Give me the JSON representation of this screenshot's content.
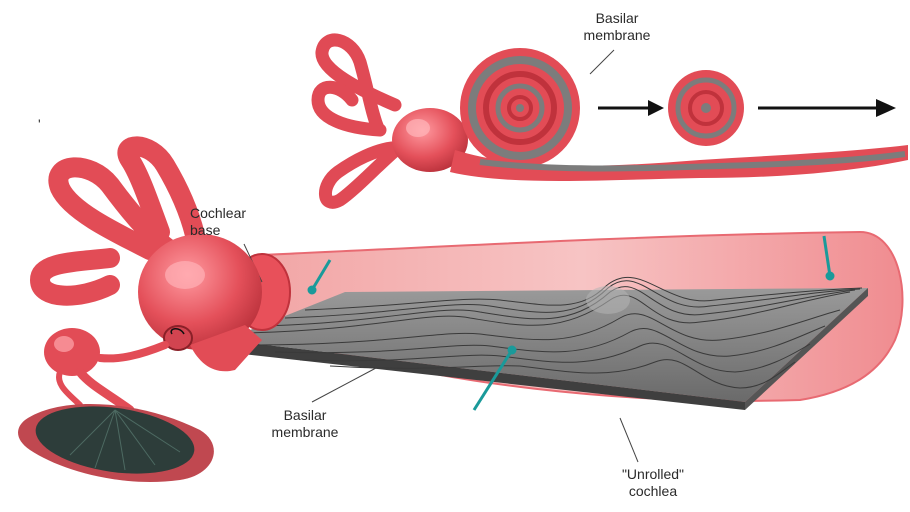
{
  "labels": {
    "top_basilar": [
      "Basilar",
      "membrane"
    ],
    "cochlear_base": [
      "Cochlear",
      "base"
    ],
    "bottom_basilar": [
      "Basilar",
      "membrane"
    ],
    "unrolled_cochlea": [
      "\"Unrolled\"",
      "cochlea"
    ]
  },
  "stray_mark": "'",
  "colors": {
    "tissue_red": "#e8505a",
    "tissue_dark": "#c0323c",
    "tissue_light": "#f5a0a0",
    "cone_pink": "#f4b4b4",
    "membrane_gray": "#8a8a8a",
    "membrane_dark": "#4a4a4a",
    "leader_teal": "#1a9a9a",
    "eardrum_dark": "#2d3d3a"
  }
}
